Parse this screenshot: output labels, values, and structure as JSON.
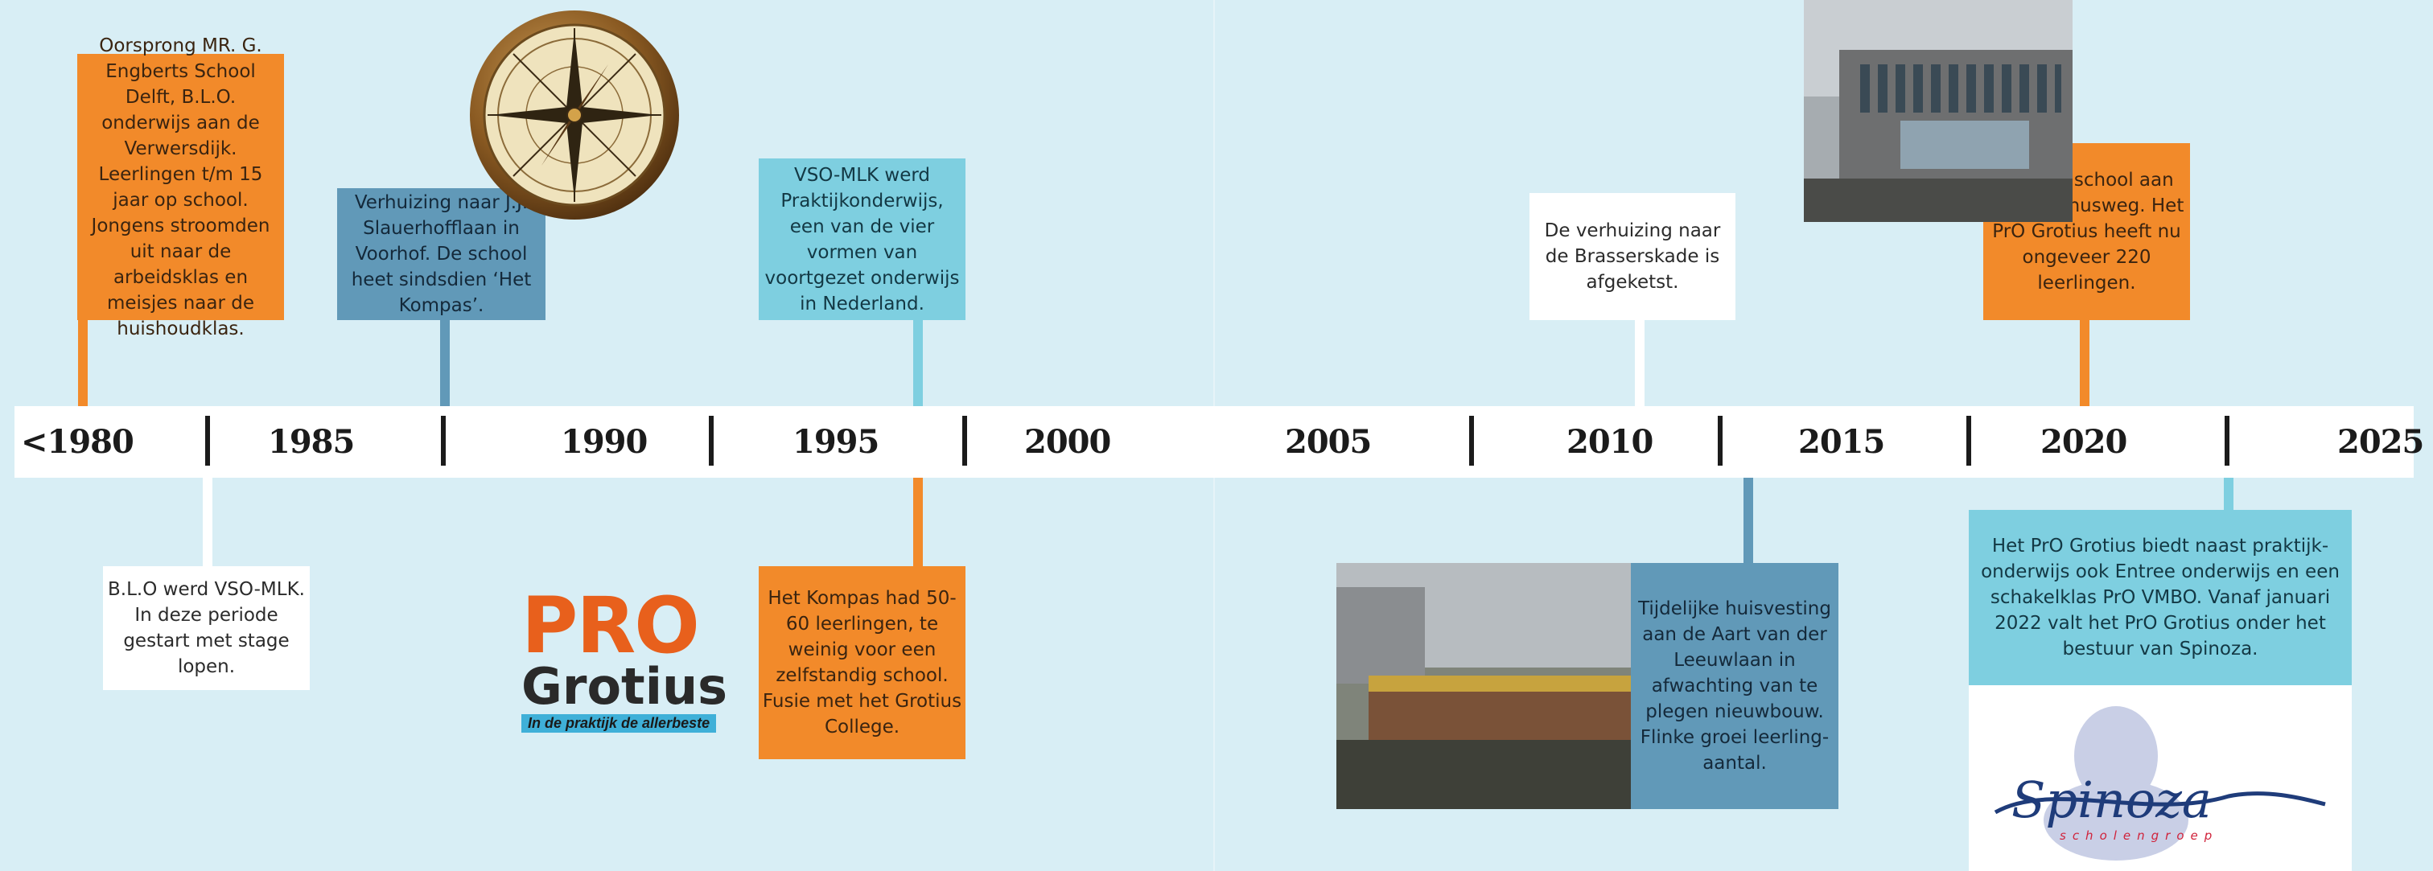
{
  "timeline": {
    "years": [
      "<1980",
      "1985",
      "1990",
      "1995",
      "2000",
      "2005",
      "2010",
      "2015",
      "2020",
      "2025"
    ]
  },
  "events": {
    "origin": "Oorsprong MR. G. Engberts School Delft, B.L.O. onderwijs aan de Verwersdijk. Leerlingen t/m 15 jaar op school. Jongens stroomden uit naar de arbeidsklas en meisjes naar de huishoudklas.",
    "blo": "B.L.O werd VSO-MLK. In deze periode gestart met stage lopen.",
    "voorhof": "Verhuizing naar J.J. Slauerhofflaan in Voorhof. De school heet sinds­dien ‘Het Kompas’.",
    "vso": "VSO-MLK werd Praktijkonderwijs, een van de vier vormen van voortgezet onderwijs in Nederland.",
    "kompas": "Het Kompas had 50-60 leerlingen, te weinig voor een zelfstandig school. Fusie met het Grotius College.",
    "brasserskade": "De verhuizing naar de Brasserskade is afgeketst.",
    "tijdelijk": "Tijdelijke huisvesting aan de Aart van der Leeuwlaan in afwachting van te plegen nieuwbouw. Flinke groei leerling-aantal.",
    "vulcanus": "Nieuwe school aan de Vulcanusweg. Het PrO Grotius heeft nu ongeveer 220 leerlingen.",
    "spinoza": "Het PrO Grotius biedt naast praktijk-onderwijs ook Entree onderwijs en een schakelklas PrO VMBO. Vanaf januari 2022 valt het PrO Grotius onder het bestuur van Spinoza."
  },
  "logos": {
    "pro_grotius": {
      "pro": "PRO",
      "name": "Grotius",
      "tagline": "In de praktijk de allerbeste"
    },
    "spinoza": {
      "name": "Spinoza",
      "sub": "scholengroep"
    }
  },
  "colors": {
    "background": "#d8eef5",
    "orange": "#f28a2a",
    "steel": "#6199b8",
    "cyan": "#7ecfe0",
    "white": "#ffffff"
  },
  "icons": [
    "compass-icon"
  ]
}
